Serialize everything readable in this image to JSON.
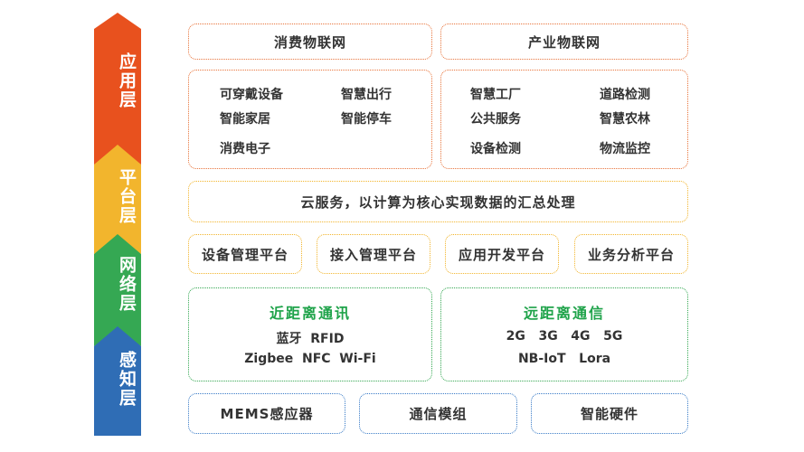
{
  "layers": {
    "application": "应用层",
    "platform": "平台层",
    "network": "网络层",
    "perception": "感知层"
  },
  "colors": {
    "application": "#e8511e",
    "platform": "#f2b52d",
    "network": "#35a853",
    "perception": "#2f6db5",
    "green_text": "#1fa34a"
  },
  "application": {
    "consumer_title": "消费物联网",
    "industry_title": "产业物联网",
    "consumer_items": [
      "可穿戴设备",
      "智慧出行",
      "智能家居",
      "智能停车",
      "消费电子"
    ],
    "industry_items": [
      "智慧工厂",
      "道路检测",
      "公共服务",
      "智慧农林",
      "设备检测",
      "物流监控"
    ]
  },
  "platform": {
    "cloud": "云服务，以计算为核心实现数据的汇总处理",
    "platforms": [
      "设备管理平台",
      "接入管理平台",
      "应用开发平台",
      "业务分析平台"
    ]
  },
  "network": {
    "short_title": "近距离通讯",
    "short_line1": "蓝牙  RFID",
    "short_line2": "Zigbee  NFC  Wi-Fi",
    "long_title": "远距离通信",
    "long_line1": "2G   3G   4G   5G",
    "long_line2": "NB-IoT   Lora"
  },
  "perception": {
    "items": [
      "MEMS感应器",
      "通信模组",
      "智能硬件"
    ]
  }
}
